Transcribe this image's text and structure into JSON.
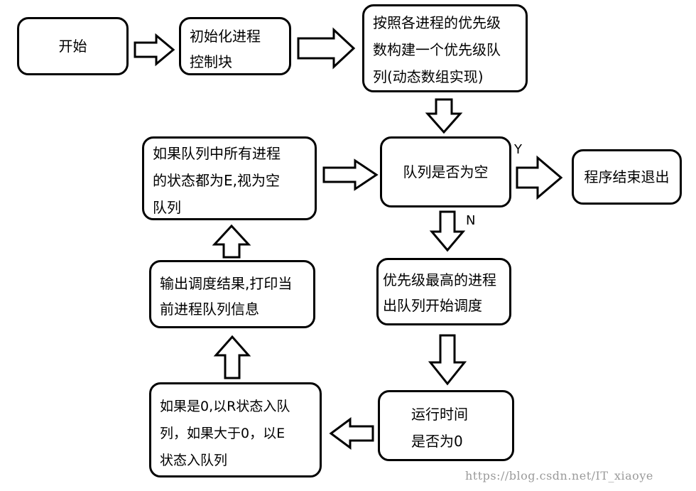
{
  "nodes": {
    "start": {
      "lines": [
        "开始"
      ]
    },
    "init_pcb": {
      "lines": [
        "初始化进程",
        "控制块"
      ]
    },
    "build_queue": {
      "lines": [
        "按照各进程的优先级",
        "数构建一个优先级队",
        "列(动态数组实现)"
      ]
    },
    "queue_empty": {
      "lines": [
        "队列是否为空"
      ]
    },
    "end_exit": {
      "lines": [
        "程序结束退出"
      ]
    },
    "all_e_empty": {
      "lines": [
        "如果队列中所有进程",
        "的状态都为E,视为空",
        "队列"
      ]
    },
    "dispatch": {
      "lines": [
        "优先级最高的进程",
        "出队列开始调度"
      ]
    },
    "print_result": {
      "lines": [
        "输出调度结果,打印当",
        "前进程队列信息"
      ]
    },
    "runtime_zero": {
      "lines": [
        "运行时间",
        "是否为0"
      ]
    },
    "requeue": {
      "lines": [
        "如果是0,以R状态入队",
        "列，如果大于0，以E",
        "状态入队列"
      ]
    }
  },
  "edge_labels": {
    "yes": "Y",
    "no": "N"
  },
  "watermark": "https://blog.csdn.net/IT_xiaoye"
}
